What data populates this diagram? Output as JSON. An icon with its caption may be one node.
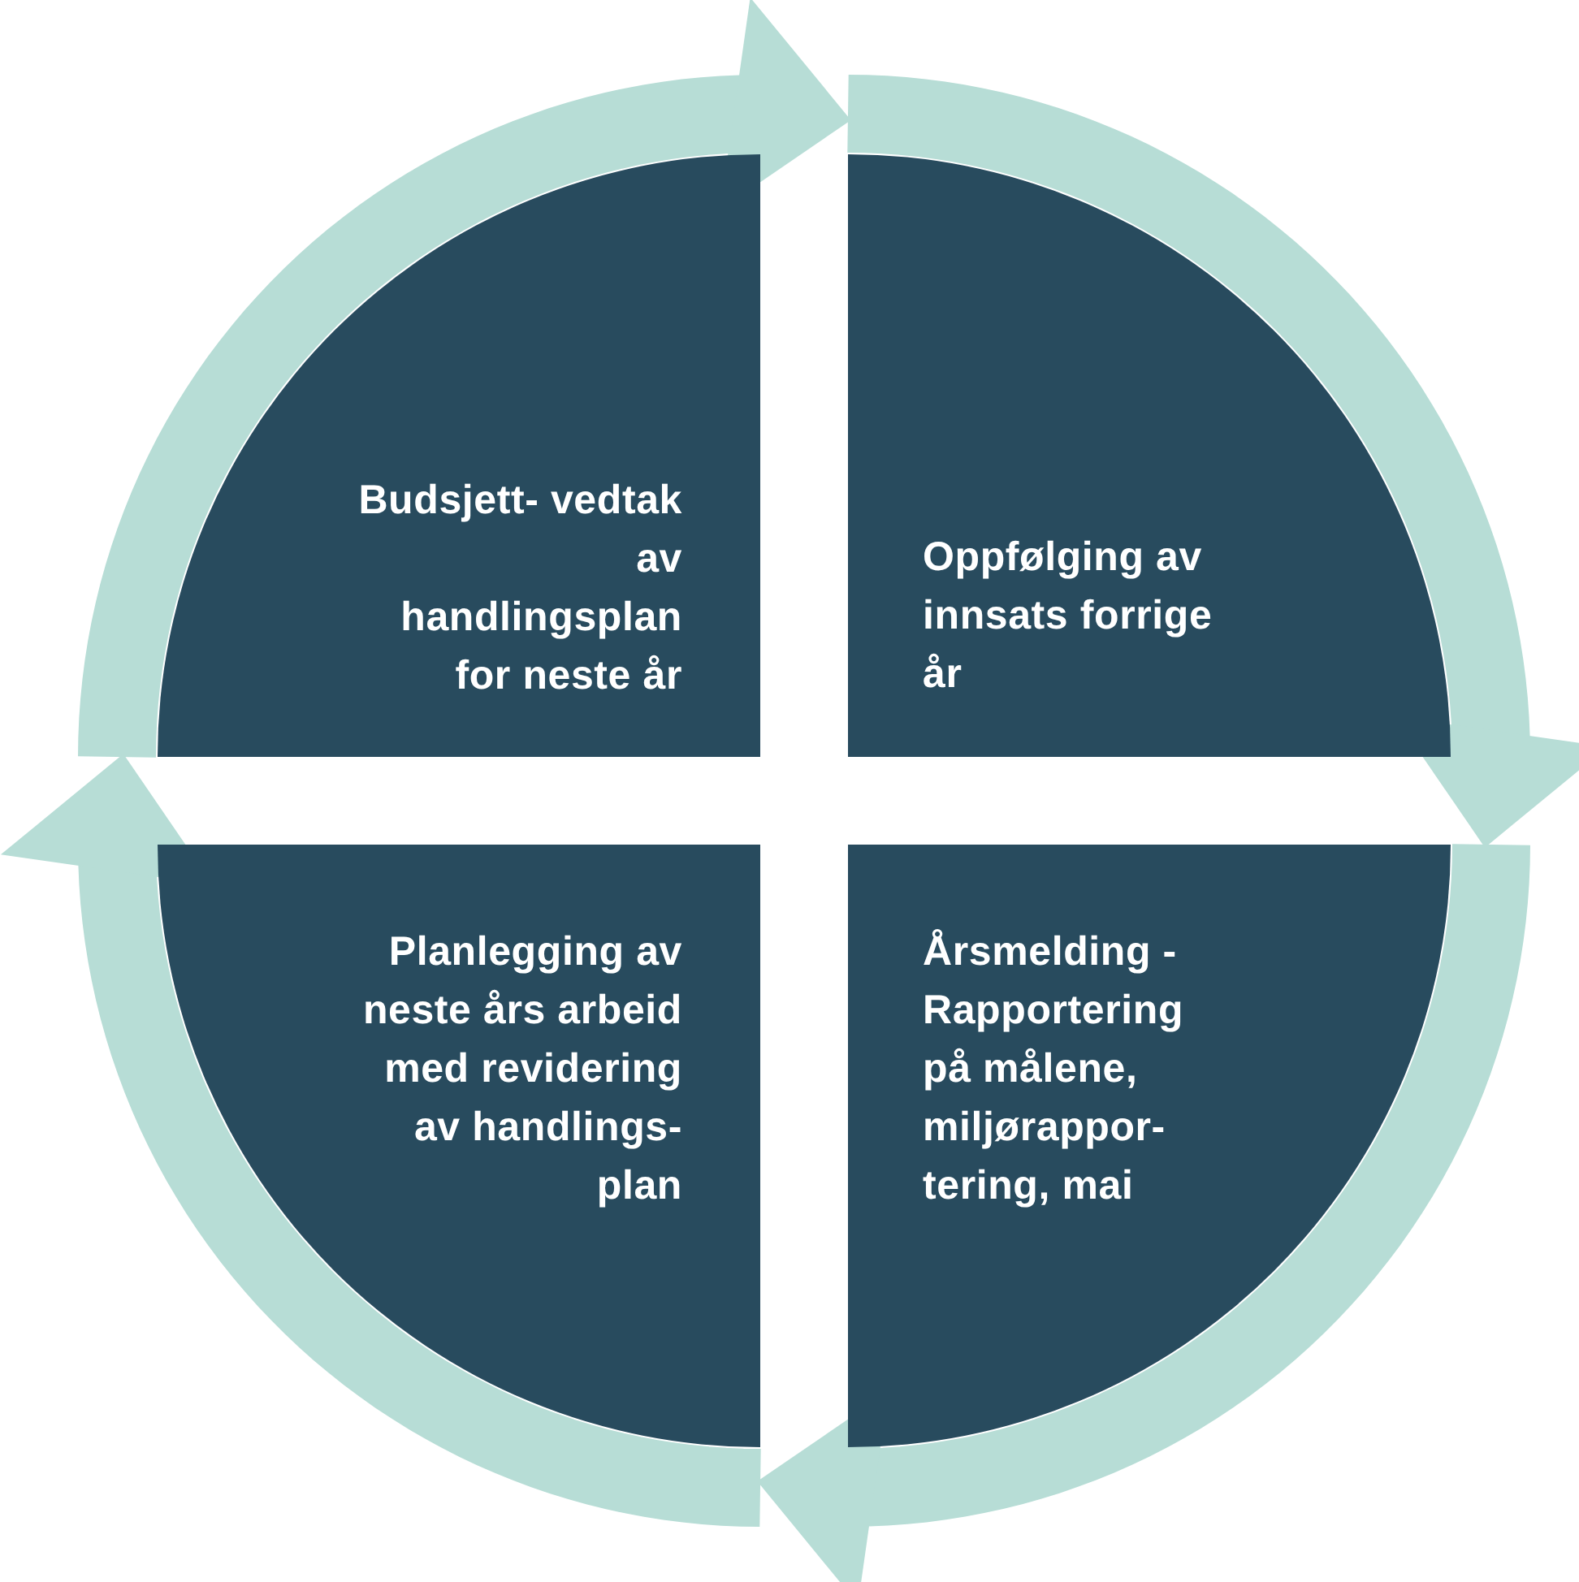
{
  "diagram": {
    "nodes": [
      {
        "text": [
          "Budsjett- vedtak av handlingsplan for neste år"
        ]
      },
      {
        "text": [
          "Oppfølging av innsats forrige år"
        ]
      },
      {
        "text": [
          "Planlegging av neste års arbeid med revidering av handlings- plan"
        ]
      },
      {
        "text": [
          "Årsmelding - Rapportering på målene, miljørappor- tering, mai"
        ]
      }
    ],
    "edges": [
      {
        "from": 0,
        "to": 1,
        "arrow": "to"
      },
      {
        "from": 1,
        "to": 3,
        "arrow": "to"
      },
      {
        "from": 3,
        "to": 2,
        "arrow": "to"
      },
      {
        "from": 2,
        "to": 0,
        "arrow": "to"
      }
    ]
  }
}
